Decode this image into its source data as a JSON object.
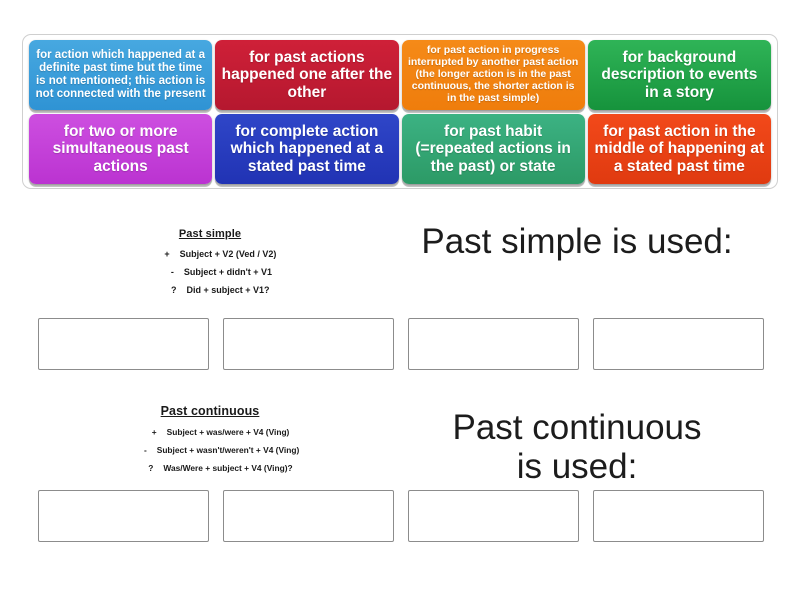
{
  "activity": {
    "type": "drag-and-drop-categorise",
    "tile_bank": {
      "tiles": [
        {
          "id": "tile-1",
          "text": "for action which happened at a definite past time but the time is not mentioned; this action is not connected with the present",
          "color": "#2f93d4",
          "color_name": "blue",
          "size": "sm"
        },
        {
          "id": "tile-2",
          "text": "for past actions happened one after the other",
          "color": "#c01c33",
          "color_name": "crimson",
          "size": "md"
        },
        {
          "id": "tile-3",
          "text": "for past action in progress interrupted by another past action (the longer action is in the past continuous, the shorter action is in the past simple)",
          "color": "#f28414",
          "color_name": "orange",
          "size": "xs"
        },
        {
          "id": "tile-4",
          "text": "for background description to events in a story",
          "color": "#1f9f45",
          "color_name": "green",
          "size": "md"
        },
        {
          "id": "tile-5",
          "text": "for two or more simultaneous past actions",
          "color": "#c341d8",
          "color_name": "magenta",
          "size": "md"
        },
        {
          "id": "tile-6",
          "text": "for complete action which happened at a stated past time",
          "color": "#283dbe",
          "color_name": "navy",
          "size": "md"
        },
        {
          "id": "tile-7",
          "text": "for past habit (=repeated actions in the past) or state",
          "color": "#34a674",
          "color_name": "teal",
          "size": "md"
        },
        {
          "id": "tile-8",
          "text": "for past action in the middle of happening at a stated past time",
          "color": "#e84014",
          "color_name": "red",
          "size": "md"
        }
      ]
    },
    "sections": [
      {
        "id": "past-simple",
        "heading": "Past simple is used:",
        "grammar": {
          "title": "Past simple",
          "lines": [
            {
              "sign": "+",
              "body": "Subject + V2 (Ved / V2)"
            },
            {
              "sign": "-",
              "body": "Subject + didn't + V1"
            },
            {
              "sign": "?",
              "body": "Did + subject + V1?"
            }
          ]
        },
        "dropzones": [
          {
            "id": "ps-drop-1",
            "value": ""
          },
          {
            "id": "ps-drop-2",
            "value": ""
          },
          {
            "id": "ps-drop-3",
            "value": ""
          },
          {
            "id": "ps-drop-4",
            "value": ""
          }
        ]
      },
      {
        "id": "past-continuous",
        "heading": "Past continuous\nis used:",
        "grammar": {
          "title": "Past continuous",
          "lines": [
            {
              "sign": "+",
              "body": "Subject + was/were + V4 (Ving)"
            },
            {
              "sign": "-",
              "body": "Subject + wasn't/weren't + V4 (Ving)"
            },
            {
              "sign": "?",
              "body": "Was/Were + subject + V4 (Ving)?"
            }
          ]
        },
        "dropzones": [
          {
            "id": "pc-drop-1",
            "value": ""
          },
          {
            "id": "pc-drop-2",
            "value": ""
          },
          {
            "id": "pc-drop-3",
            "value": ""
          },
          {
            "id": "pc-drop-4",
            "value": ""
          }
        ]
      }
    ]
  }
}
